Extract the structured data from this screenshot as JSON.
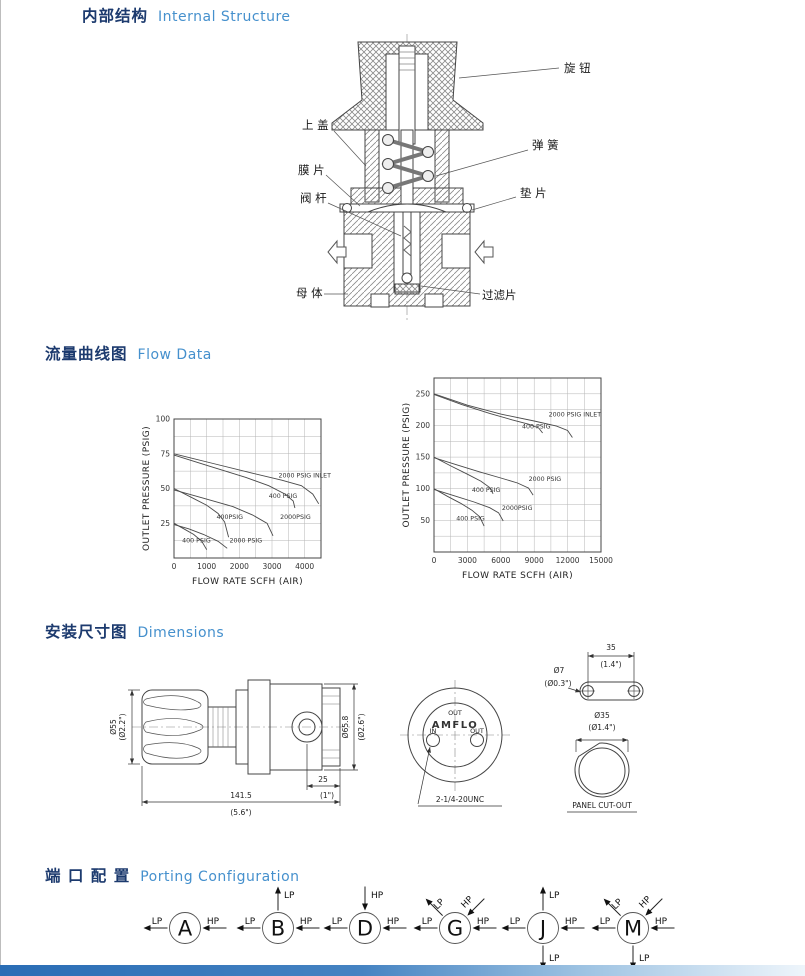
{
  "internal": {
    "title_zh": "内部结构",
    "title_en": "Internal Structure",
    "labels": {
      "knob": "旋 钮",
      "cover": "上 盖",
      "spring": "弹 簧",
      "diaphragm": "膜 片",
      "gasket": "垫 片",
      "stem": "阀 杆",
      "body": "母 体",
      "filter": "过滤片"
    }
  },
  "flow": {
    "title_zh": "流量曲线图",
    "title_en": "Flow Data"
  },
  "chart_data": [
    {
      "type": "line",
      "xlabel": "FLOW RATE SCFH (AIR)",
      "ylabel": "OUTLET PRESSURE (PSIG)",
      "xlim": [
        0,
        4500
      ],
      "ylim": [
        0,
        100
      ],
      "xticks": [
        0,
        1000,
        2000,
        3000,
        4000
      ],
      "yticks": [
        25,
        50,
        75,
        100
      ],
      "xgrid": 500,
      "ygrid": 12.5,
      "grid": true,
      "legend_position": "inline-labels",
      "series": [
        {
          "name": "2000 PSIG INLET",
          "points": [
            [
              0,
              75
            ],
            [
              1200,
              68
            ],
            [
              2400,
              61
            ],
            [
              3300,
              56
            ],
            [
              3900,
              52
            ],
            [
              4250,
              46
            ],
            [
              4430,
              39
            ]
          ],
          "label_at": [
            3200,
            58
          ]
        },
        {
          "name": "400 PSIG",
          "points": [
            [
              0,
              74
            ],
            [
              1100,
              66
            ],
            [
              2200,
              58
            ],
            [
              2900,
              52
            ],
            [
              3400,
              46
            ],
            [
              3650,
              41
            ],
            [
              3700,
              36
            ]
          ],
          "label_at": [
            2900,
            43
          ]
        },
        {
          "name": "400PSIG",
          "points": [
            [
              0,
              50
            ],
            [
              500,
              44
            ],
            [
              1000,
              38
            ],
            [
              1350,
              32
            ],
            [
              1550,
              26
            ],
            [
              1670,
              15
            ]
          ],
          "label_at": [
            1300,
            28
          ]
        },
        {
          "name": "2000PSIG",
          "points": [
            [
              0,
              49
            ],
            [
              900,
              43
            ],
            [
              1800,
              37
            ],
            [
              2400,
              31
            ],
            [
              2850,
              25
            ],
            [
              3030,
              16
            ]
          ],
          "label_at": [
            3250,
            28
          ]
        },
        {
          "name": "400 PSIG",
          "points": [
            [
              0,
              25
            ],
            [
              300,
              21
            ],
            [
              600,
              17
            ],
            [
              850,
              12
            ],
            [
              1000,
              6
            ]
          ],
          "label_at": [
            250,
            11
          ]
        },
        {
          "name": "2000 PSIG",
          "points": [
            [
              0,
              24
            ],
            [
              450,
              21
            ],
            [
              900,
              17
            ],
            [
              1350,
              12
            ],
            [
              1630,
              7
            ]
          ],
          "label_at": [
            1700,
            11
          ]
        }
      ]
    },
    {
      "type": "line",
      "xlabel": "FLOW RATE SCFH (AIR)",
      "ylabel": "OUTLET PRESSURE (PSIG)",
      "xlim": [
        0,
        15000
      ],
      "ylim": [
        0,
        275
      ],
      "xticks": [
        0,
        3000,
        6000,
        9000,
        12000,
        15000
      ],
      "yticks": [
        50,
        100,
        150,
        200,
        250
      ],
      "xgrid": 1500,
      "ygrid": 25,
      "grid": true,
      "legend_position": "inline-labels",
      "series": [
        {
          "name": "2000 PSIG INLET",
          "points": [
            [
              0,
              250
            ],
            [
              3000,
              232
            ],
            [
              6000,
              218
            ],
            [
              9000,
              207
            ],
            [
              11000,
              199
            ],
            [
              12000,
              192
            ],
            [
              12430,
              181
            ]
          ],
          "label_at": [
            10300,
            214
          ]
        },
        {
          "name": "400 PSIG",
          "points": [
            [
              0,
              249
            ],
            [
              2500,
              233
            ],
            [
              5000,
              219
            ],
            [
              7000,
              209
            ],
            [
              8500,
              202
            ],
            [
              9400,
              196
            ],
            [
              9750,
              188
            ]
          ],
          "label_at": [
            7900,
            195
          ]
        },
        {
          "name": "400 PSIG",
          "points": [
            [
              0,
              150
            ],
            [
              1500,
              136
            ],
            [
              3000,
              123
            ],
            [
              4200,
              112
            ],
            [
              5000,
              102
            ],
            [
              5310,
              92
            ]
          ],
          "label_at": [
            3400,
            95
          ]
        },
        {
          "name": "2000 PSIG",
          "points": [
            [
              0,
              149
            ],
            [
              2000,
              138
            ],
            [
              4000,
              127
            ],
            [
              6000,
              117
            ],
            [
              7500,
              109
            ],
            [
              8500,
              101
            ],
            [
              8900,
              90
            ]
          ],
          "label_at": [
            8500,
            112
          ]
        },
        {
          "name": "400 PSIG",
          "points": [
            [
              0,
              100
            ],
            [
              1200,
              88
            ],
            [
              2400,
              77
            ],
            [
              3400,
              66
            ],
            [
              4100,
              56
            ],
            [
              4500,
              41
            ]
          ],
          "label_at": [
            2000,
            50
          ]
        },
        {
          "name": "2000PSIG",
          "points": [
            [
              0,
              99
            ],
            [
              1800,
              89
            ],
            [
              3600,
              79
            ],
            [
              5000,
              70
            ],
            [
              5800,
              62
            ],
            [
              6220,
              49
            ]
          ],
          "label_at": [
            6100,
            66
          ]
        }
      ]
    }
  ],
  "dimensions": {
    "title_zh": "安装尺寸图",
    "title_en": "Dimensions",
    "side": {
      "knob_dia": "Ø55",
      "knob_dia_in": "(Ø2.2\")",
      "body_dia": "Ø65.8",
      "body_dia_in": "(Ø2.6\")",
      "length": "141.5",
      "length_in": "(5.6\")",
      "port_offset": "25",
      "port_offset_in": "(1\")"
    },
    "front": {
      "top": "OUT",
      "brand": "AMFLO",
      "in": "IN",
      "out": "OUT",
      "thread": "2-1/4-20UNC"
    },
    "bracket": {
      "span": "35",
      "span_in": "(1.4\")",
      "hole": "Ø7",
      "hole_in": "(Ø0.3\")"
    },
    "panel": {
      "dia": "Ø35",
      "dia_in": "(Ø1.4\")",
      "caption": "PANEL CUT-OUT"
    }
  },
  "porting": {
    "title_zh": "端 口 配 置",
    "title_en": "Porting  Configuration",
    "configs": [
      {
        "letter": "A",
        "ports": [
          {
            "label": "LP",
            "dir": "W",
            "flow": "out"
          },
          {
            "label": "HP",
            "dir": "E",
            "flow": "in"
          }
        ]
      },
      {
        "letter": "B",
        "ports": [
          {
            "label": "LP",
            "dir": "N",
            "flow": "out"
          },
          {
            "label": "LP",
            "dir": "W",
            "flow": "out"
          },
          {
            "label": "HP",
            "dir": "E",
            "flow": "in"
          }
        ]
      },
      {
        "letter": "D",
        "ports": [
          {
            "label": "HP",
            "dir": "N",
            "flow": "in"
          },
          {
            "label": "LP",
            "dir": "W",
            "flow": "out"
          },
          {
            "label": "HP",
            "dir": "E",
            "flow": "in"
          }
        ]
      },
      {
        "letter": "G",
        "ports": [
          {
            "label": "LP",
            "dir": "NW",
            "flow": "out"
          },
          {
            "label": "HP",
            "dir": "NE",
            "flow": "in"
          },
          {
            "label": "LP",
            "dir": "W",
            "flow": "out"
          },
          {
            "label": "HP",
            "dir": "E",
            "flow": "in"
          }
        ]
      },
      {
        "letter": "J",
        "ports": [
          {
            "label": "LP",
            "dir": "N",
            "flow": "out"
          },
          {
            "label": "LP",
            "dir": "W",
            "flow": "out"
          },
          {
            "label": "HP",
            "dir": "E",
            "flow": "in"
          },
          {
            "label": "LP",
            "dir": "S",
            "flow": "out"
          }
        ]
      },
      {
        "letter": "M",
        "ports": [
          {
            "label": "LP",
            "dir": "NW",
            "flow": "out"
          },
          {
            "label": "HP",
            "dir": "NE",
            "flow": "in"
          },
          {
            "label": "LP",
            "dir": "W",
            "flow": "out"
          },
          {
            "label": "HP",
            "dir": "E",
            "flow": "in"
          },
          {
            "label": "LP",
            "dir": "S",
            "flow": "out"
          }
        ]
      }
    ]
  }
}
